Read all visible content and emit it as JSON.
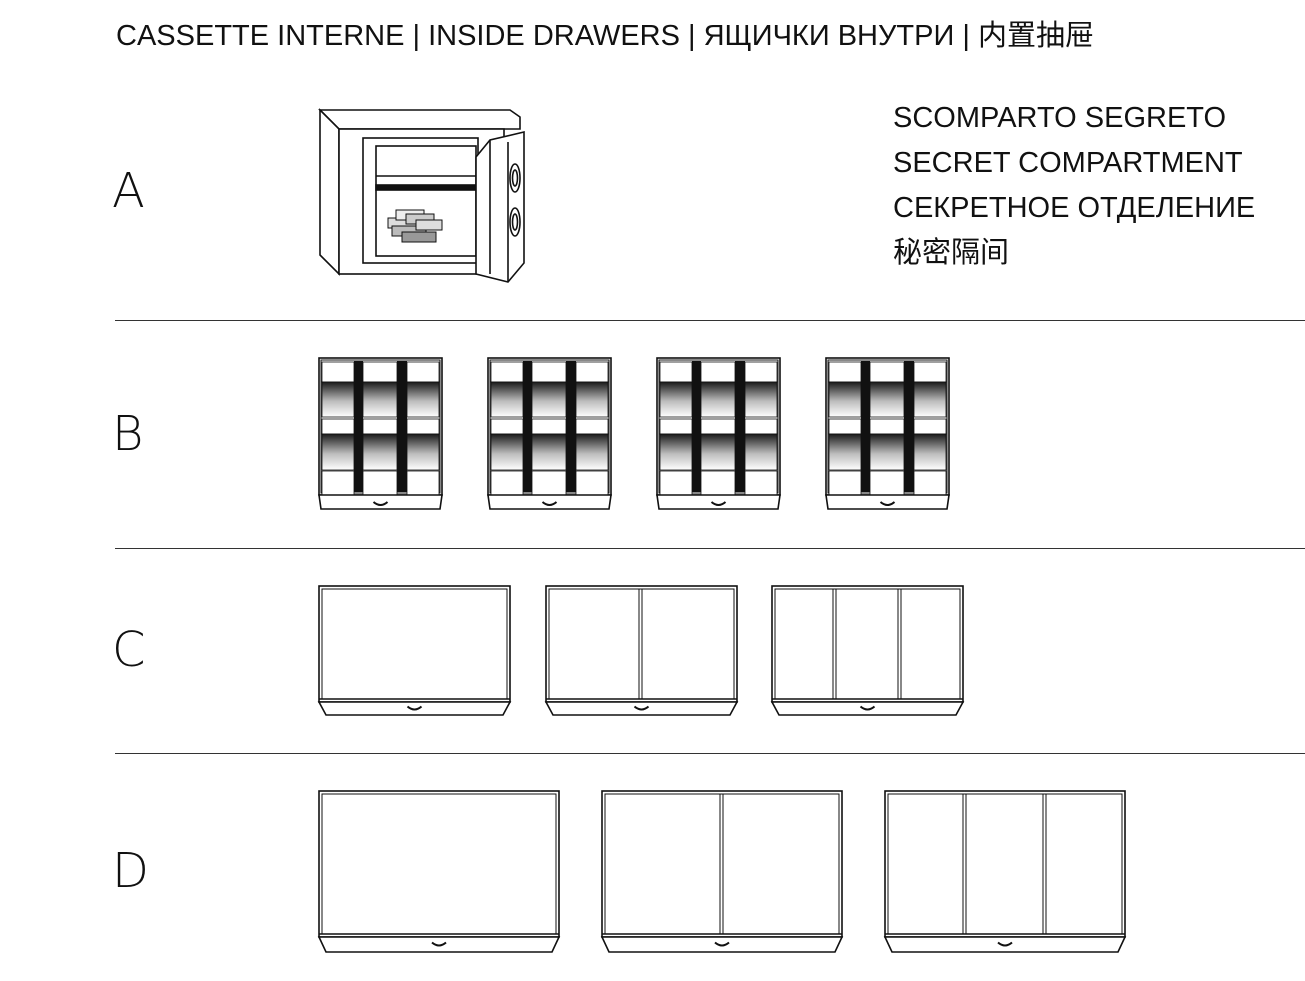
{
  "header": {
    "title": "CASSETTE INTERNE | INSIDE DRAWERS | ЯЩИЧКИ ВНУТРИ | 内置抽屉"
  },
  "rows": [
    {
      "letter": "A"
    },
    {
      "letter": "B"
    },
    {
      "letter": "C"
    },
    {
      "letter": "D"
    }
  ],
  "rowA": {
    "caption_it": "SCOMPARTO SEGRETO",
    "caption_en": "SECRET COMPARTMENT",
    "caption_ru": "СЕКРЕТНОЕ ОТДЕЛЕНИЕ",
    "caption_zh": "秘密隔间"
  },
  "colors": {
    "line": "#111111",
    "background": "#ffffff"
  }
}
